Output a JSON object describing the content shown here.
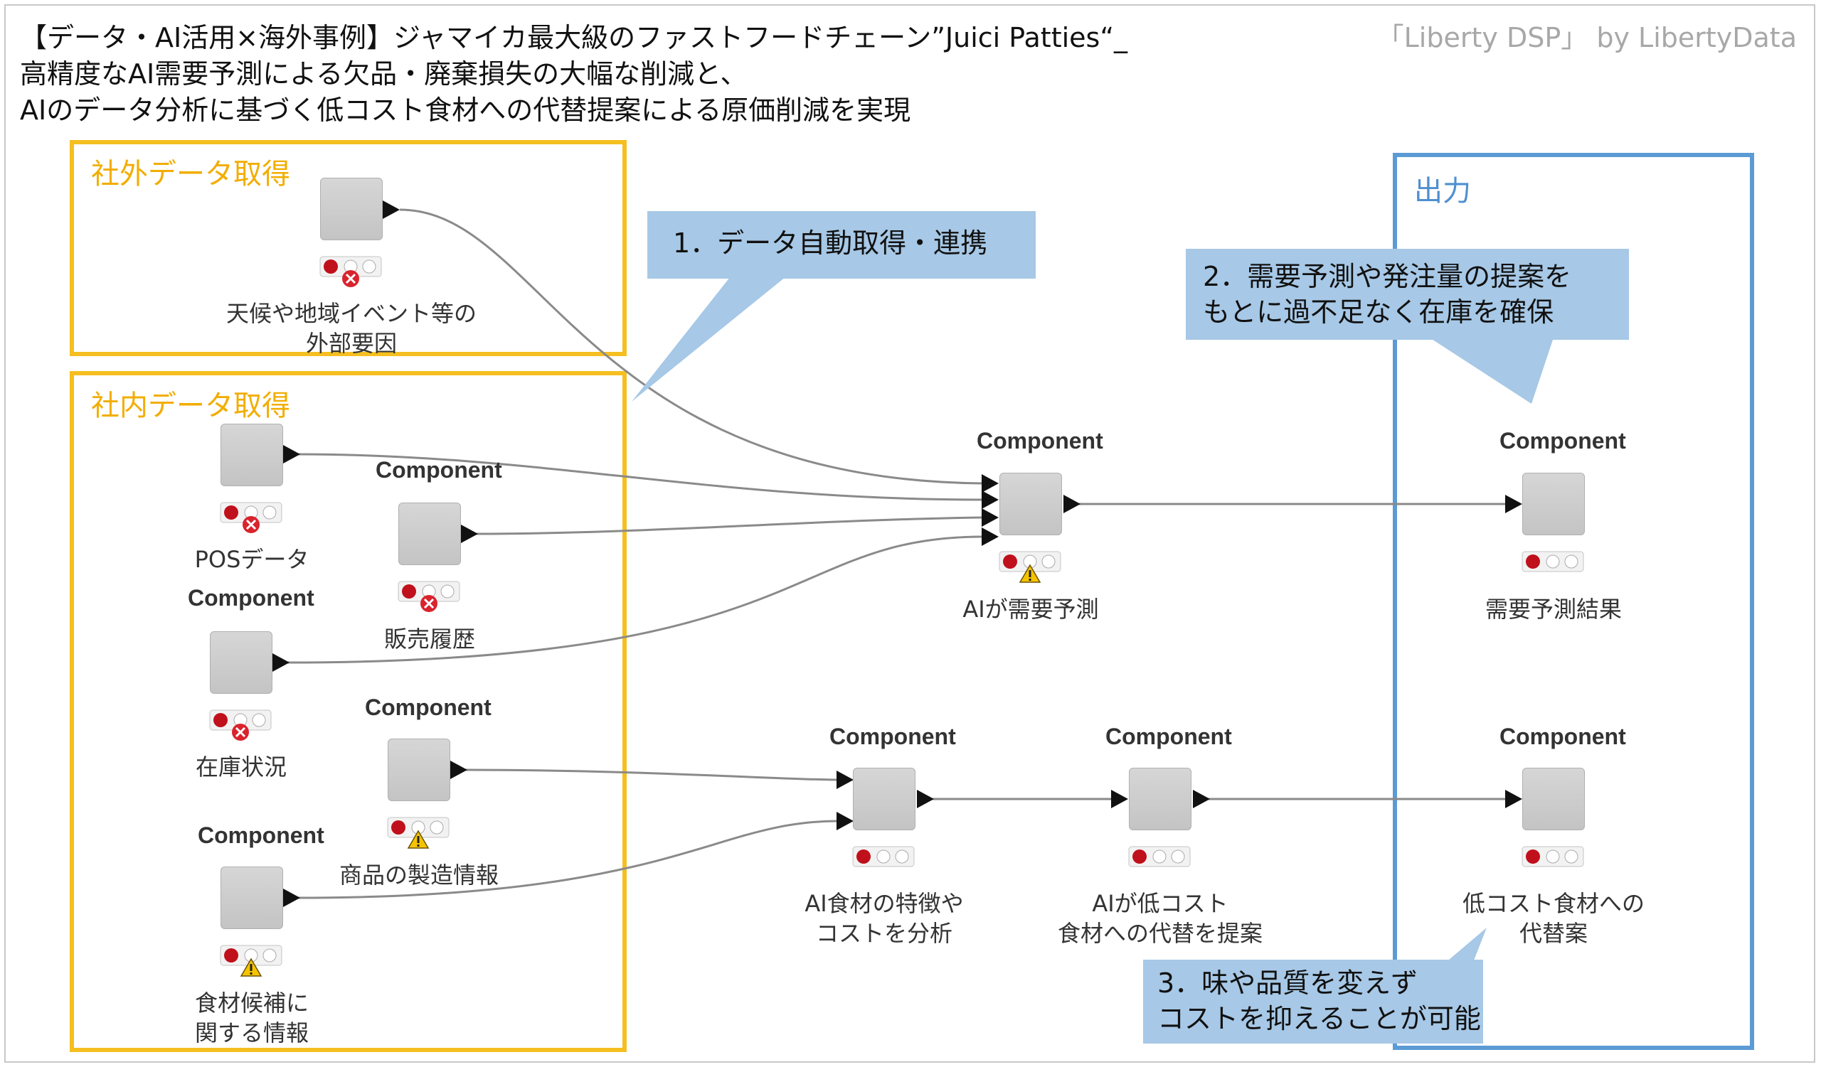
{
  "title_lines": [
    "【データ・AI活用×海外事例】ジャマイカ最大級のファストフードチェーン”Juici Patties“_",
    "高精度なAI需要予測による欠品・廃棄損失の大幅な削減と、",
    "AIのデータ分析に基づく低コスト食材への代替提案による原価削減を実現"
  ],
  "brand": "「Liberty DSP」 by LibertyData",
  "groups": {
    "external": "社外データ取得",
    "internal": "社内データ取得",
    "output": "出力"
  },
  "callouts": {
    "c1": "1．データ自動取得・連携",
    "c2_line1": "2．需要予測や発注量の提案を",
    "c2_line2": "もとに過不足なく在庫を確保",
    "c3_line1": "3．味や品質を変えず",
    "c3_line2": "コストを抑えることが可能"
  },
  "component_text": "Component",
  "nodes": {
    "weather": {
      "line1": "天候や地域イベント等の",
      "line2": "外部要因",
      "status": "error"
    },
    "pos": {
      "line1": "POSデータ",
      "status": "error"
    },
    "sales": {
      "line1": "販売履歴",
      "status": "error"
    },
    "stock": {
      "line1": "在庫状況",
      "status": "error"
    },
    "mfg": {
      "line1": "商品の製造情報",
      "status": "warning"
    },
    "candidate": {
      "line1": "食材候補に",
      "line2": "関する情報",
      "status": "warning"
    },
    "predict": {
      "line1": "AIが需要予測",
      "status": "warning"
    },
    "result": {
      "line1": "需要予測結果",
      "status": "idle"
    },
    "analyze": {
      "line1": "AI食材の特徴や",
      "line2": "コストを分析",
      "status": "idle"
    },
    "propose": {
      "line1": "AIが低コスト",
      "line2": "食材への代替を提案",
      "status": "idle"
    },
    "alt": {
      "line1": "低コスト食材への",
      "line2": "代替案",
      "status": "idle"
    }
  },
  "colors": {
    "input_group": "#f5bf21",
    "output_group": "#5b9bd5",
    "callout": "#a7c8e6",
    "light_red": "#c0101c",
    "error_badge": "#d9232d",
    "warning": "#f5c400"
  }
}
